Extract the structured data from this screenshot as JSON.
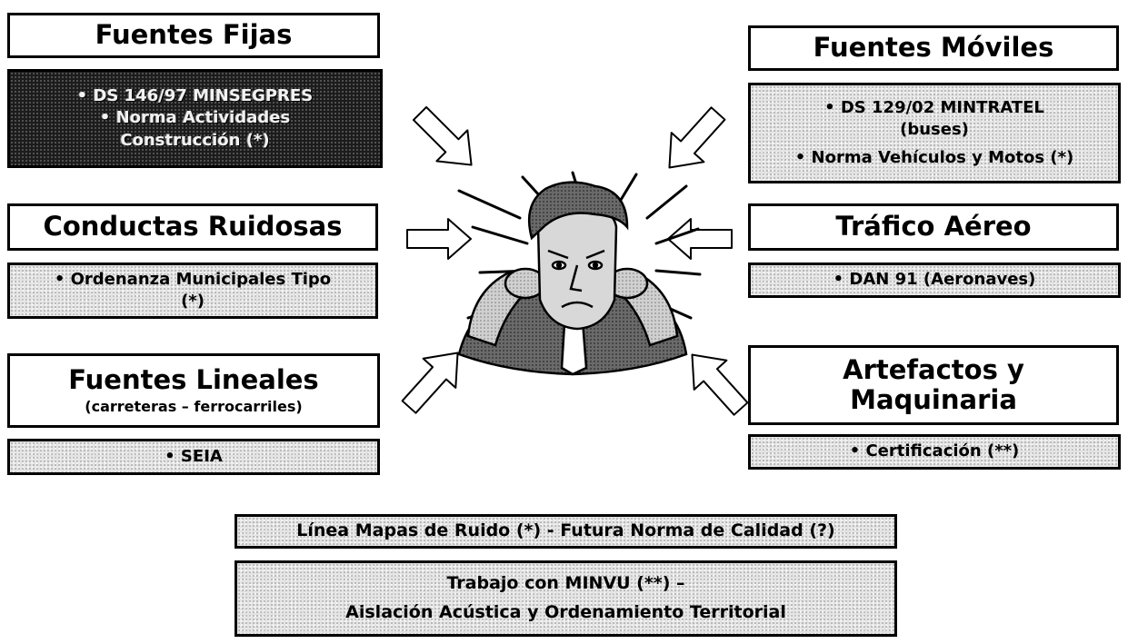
{
  "fuentes_fijas": {
    "title": "Fuentes Fijas",
    "items": [
      "• DS 146/97 MINSEGPRES",
      "• Norma Actividades",
      "Construcción (*)"
    ]
  },
  "fuentes_moviles": {
    "title": "Fuentes Móviles",
    "items": [
      "• DS 129/02 MINTRATEL",
      "(buses)",
      "• Norma Vehículos y Motos (*)"
    ]
  },
  "conductas_ruidosas": {
    "title": "Conductas Ruidosas",
    "items": [
      "• Ordenanza Municipales Tipo",
      "(*)"
    ]
  },
  "trafico_aereo": {
    "title": "Tráfico Aéreo",
    "items": [
      "• DAN 91 (Aeronaves)"
    ]
  },
  "fuentes_lineales": {
    "title": "Fuentes Lineales",
    "subtitle": "(carreteras – ferrocarriles)",
    "items": [
      "• SEIA"
    ]
  },
  "artefactos": {
    "title_line1": "Artefactos y",
    "title_line2": "Maquinaria",
    "items": [
      "• Certificación (**)"
    ]
  },
  "bottom": {
    "linea_mapas": "Línea Mapas de Ruido (*) - Futura Norma de Calidad (?)",
    "trabajo_line1": "Trabajo con MINVU (**) –",
    "trabajo_line2": "Aislación Acústica y Ordenamiento Territorial"
  }
}
